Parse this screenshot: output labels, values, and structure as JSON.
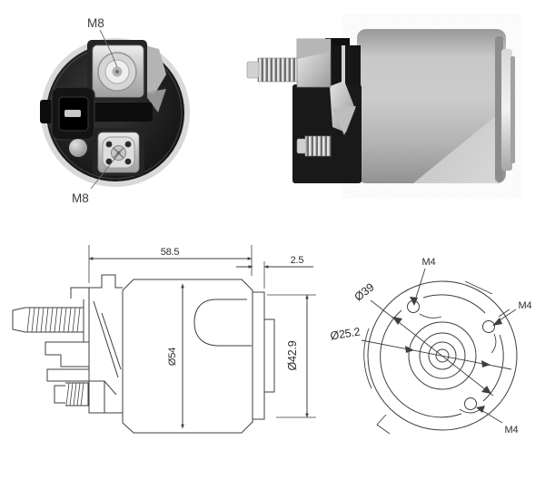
{
  "meta": {
    "background_color": "#ffffff",
    "line_color": "#3f3f3f",
    "text_color": "#2d2d2d"
  },
  "photo_end_view": {
    "label_top": "M8",
    "label_bottom": "M8"
  },
  "drawing_side_view": {
    "dim_length": "58.5",
    "dim_ring": "2.5",
    "dim_body_diameter": "Ø54",
    "dim_flange_diameter": "Ø42.9"
  },
  "drawing_end_view": {
    "dim_bolt_circle": "Ø39",
    "dim_pilot_diameter": "Ø25.2",
    "label_m4_top": "M4",
    "label_m4_right": "M4",
    "label_m4_bottom": "M4"
  }
}
